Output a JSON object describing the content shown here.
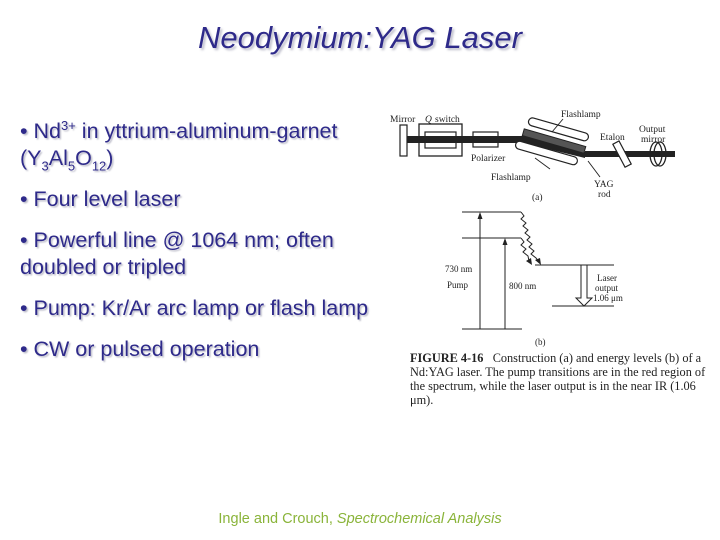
{
  "slide": {
    "title": "Neodymium:YAG Laser",
    "bullets": [
      {
        "marker": "•",
        "parts": {
          "a": " Nd",
          "sup": "3+",
          "b": " in yttrium-aluminum-garnet (Y",
          "sub1": "3",
          "c": "Al",
          "sub2": "5",
          "d": "O",
          "sub3": "12",
          "e": ")"
        }
      },
      {
        "marker": "•",
        "text": " Four level laser"
      },
      {
        "marker": "•",
        "text": " Powerful line @ 1064 nm; often doubled or tripled"
      },
      {
        "marker": "•",
        "text": " Pump: Kr/Ar arc lamp or flash lamp"
      },
      {
        "marker": "•",
        "text": " CW or pulsed operation"
      }
    ],
    "colors": {
      "title": "#2e2a8a",
      "body": "#2e2a8a",
      "footer": "#8ab43a"
    }
  },
  "figure": {
    "part_a": {
      "labels": {
        "mirror": "Mirror",
        "q_switch_q": "Q",
        "q_switch": "switch",
        "polarizer": "Polarizer",
        "flashlamp_top": "Flashlamp",
        "flashlamp_bottom": "Flashlamp",
        "yag_rod_1": "YAG",
        "yag_rod_2": "rod",
        "etalon": "Etalon",
        "output_mirror_1": "Output",
        "output_mirror_2": "mirror",
        "panel": "(a)"
      }
    },
    "part_b": {
      "labels": {
        "pump_wavelength": "730 nm",
        "pump": "Pump",
        "second_pump": "800 nm",
        "laser_1": "Laser",
        "laser_2": "output",
        "laser_3": "1.06 μm",
        "panel": "(b)"
      }
    },
    "caption": {
      "label": "FIGURE 4-16",
      "text": "Construction (a) and energy levels (b) of a Nd:YAG laser. The pump transitions are in the red region of the spectrum, while the laser output is in the near IR (1.06 μm)."
    }
  },
  "footer": {
    "authors": "Ingle and Crouch, ",
    "book": "Spectrochemical Analysis"
  }
}
